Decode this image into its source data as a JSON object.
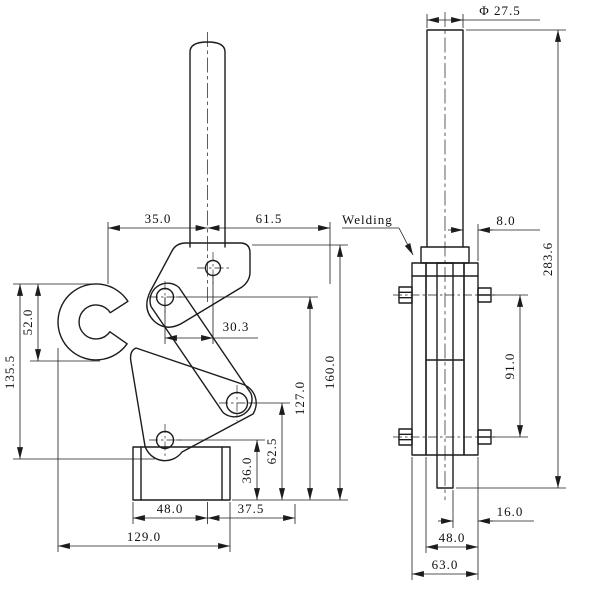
{
  "drawing": {
    "type": "technical-dimensioned-drawing",
    "subject": "weld-mount vertical toggle clamp, front and side orthographic views",
    "front_view": {
      "dims": {
        "handle_to_left": "35.0",
        "handle_to_right": "61.5",
        "hook_opening": "52.0",
        "hook_to_base": "135.5",
        "pivot_offset": "30.3",
        "overall_height": "160.0",
        "upper_pivot_height": "127.0",
        "arm_pivot_height": "62.5",
        "lower_pivot_height": "36.0",
        "base_to_centerline": "48.0",
        "centerline_to_edge": "37.5",
        "overall_width": "129.0"
      }
    },
    "side_view": {
      "labels": {
        "welding": "Welding"
      },
      "dims": {
        "handle_diameter": "Φ 27.5",
        "plate_offset": "8.0",
        "overall_height": "283.6",
        "pin_spacing": "91.0",
        "arm_width": "16.0",
        "body_width": "48.0",
        "overall_width": "63.0"
      }
    }
  }
}
